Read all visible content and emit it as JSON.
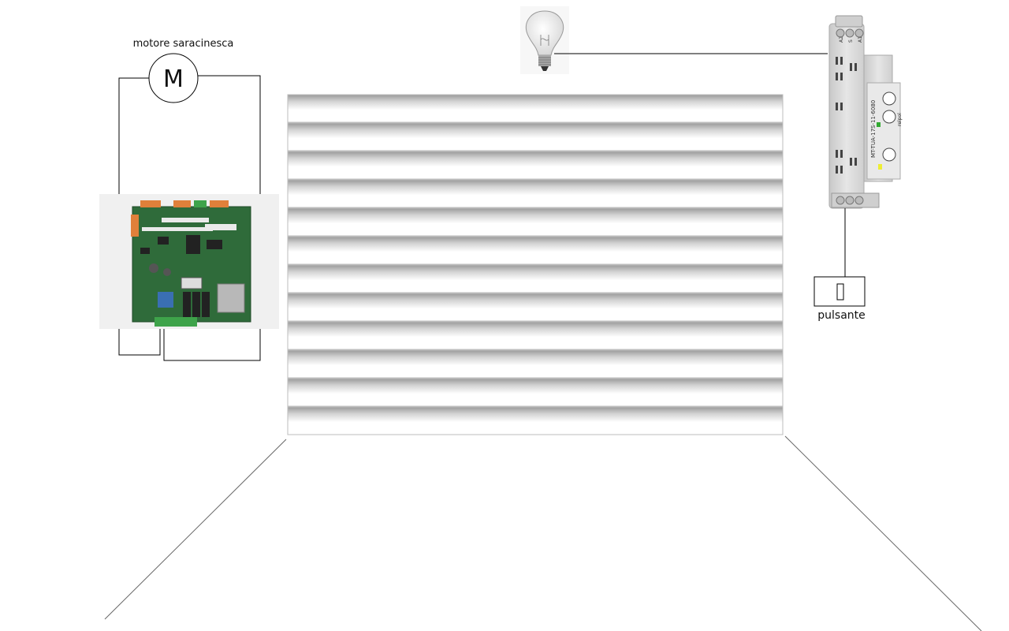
{
  "motor": {
    "label": "motore saracinesca",
    "symbol": "M"
  },
  "pushbutton": {
    "label": "pulsante"
  },
  "relay": {
    "model": "MT-TUA-17S-11-6080",
    "terminals_top": [
      "A2",
      "S",
      "A1"
    ],
    "brand": "relpol"
  },
  "icons": {
    "bulb": "lightbulb-icon",
    "relay": "din-rail-relay-icon",
    "board": "control-board-icon",
    "button": "pushbutton-icon"
  },
  "colors": {
    "wire": "#000000",
    "pcb_green": "#2f6b3a",
    "terminal_orange": "#e0803a",
    "terminal_green": "#3ea34a",
    "relay_body": "#dcdcdc"
  }
}
